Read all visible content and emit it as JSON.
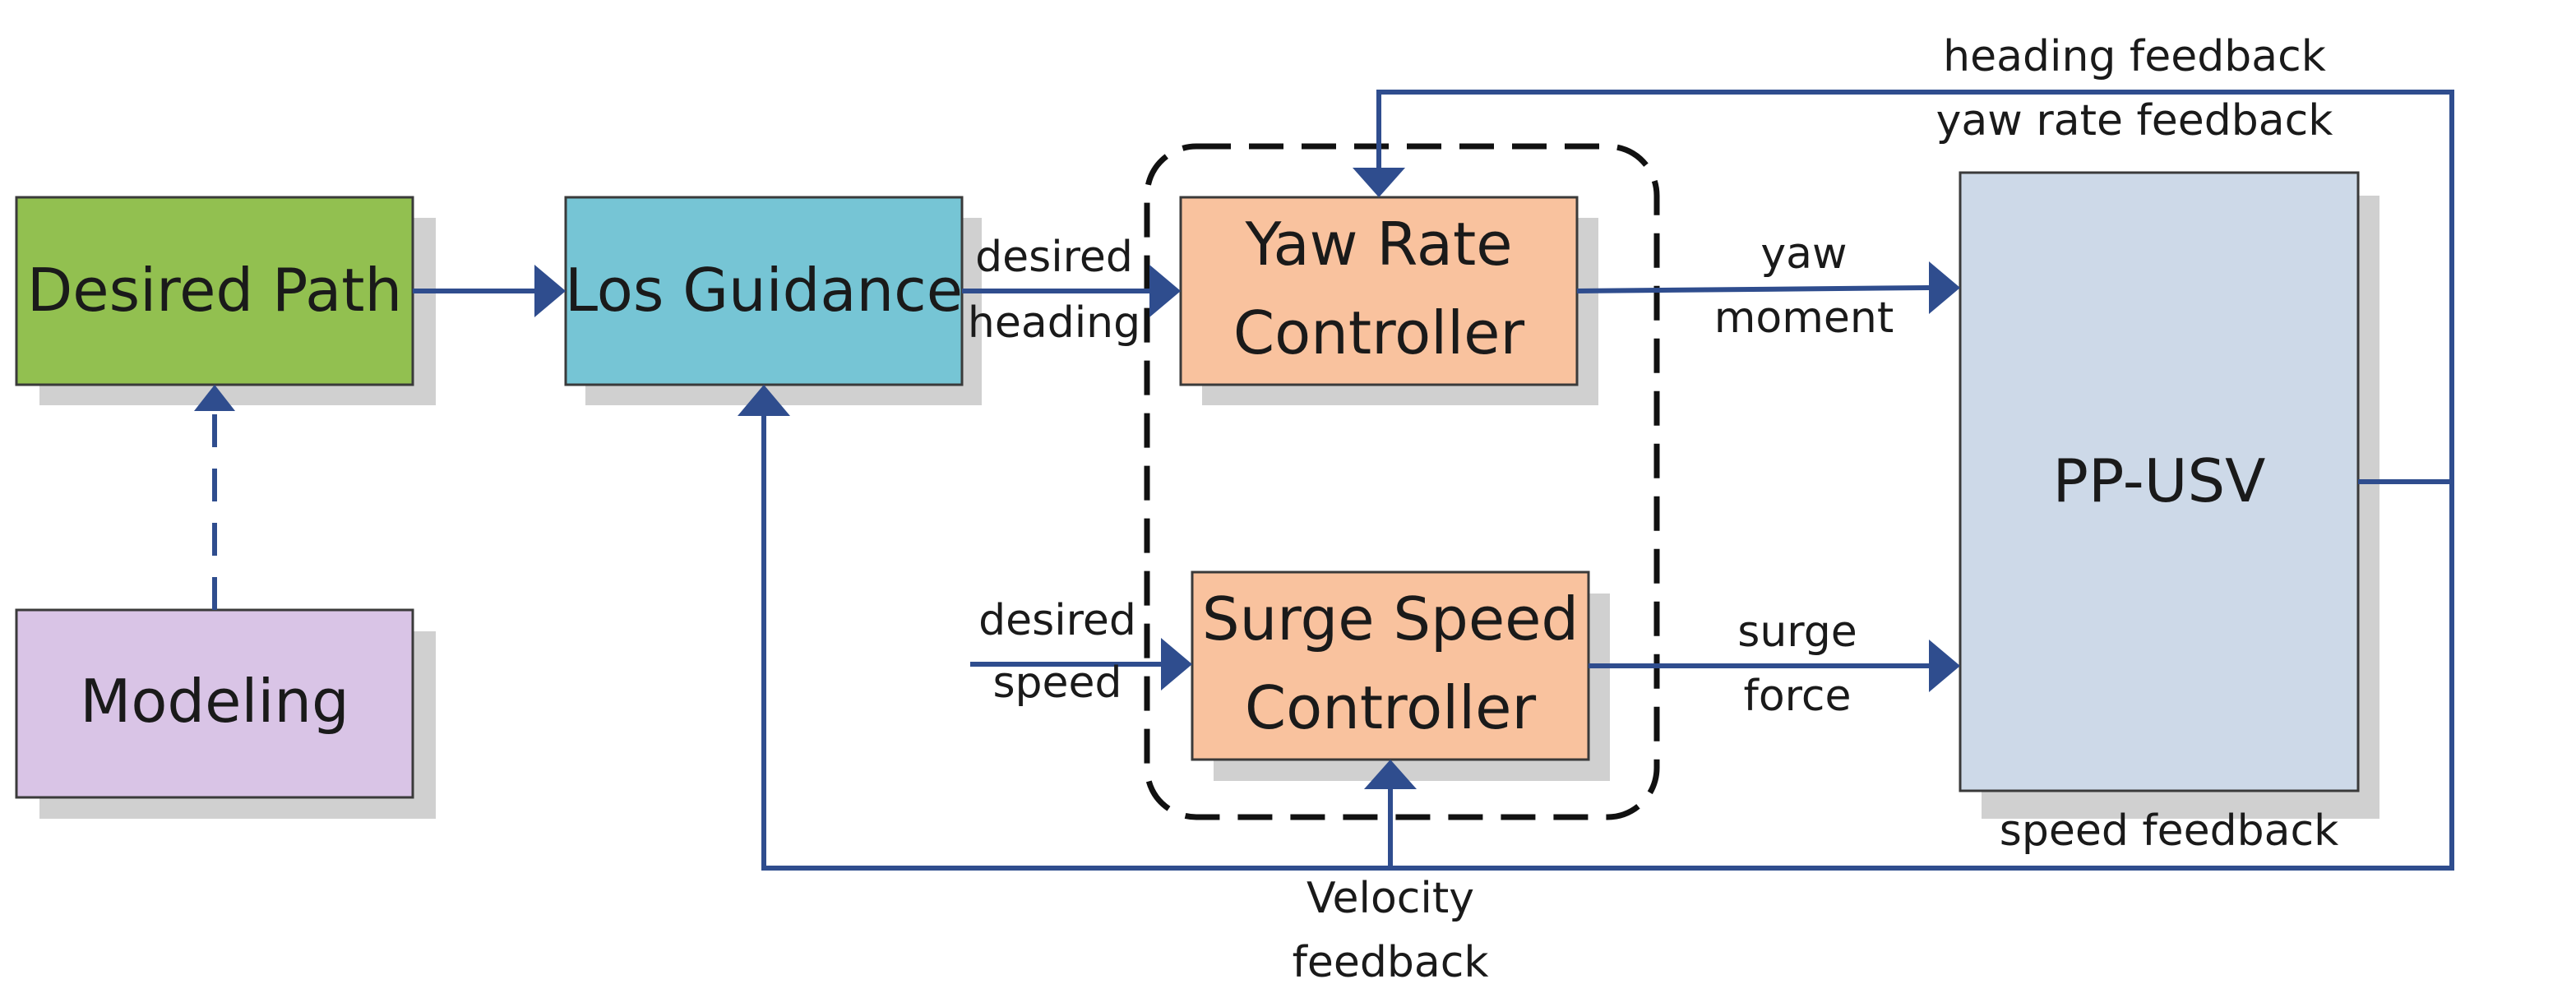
{
  "blocks": {
    "desired_path": {
      "label": "Desired Path",
      "color": "#92c050"
    },
    "modeling": {
      "label": "Modeling",
      "color": "#d9c4e6"
    },
    "los_guidance": {
      "label": "Los Guidance",
      "color": "#76c5d5"
    },
    "yaw_rate_controller": {
      "line1": "Yaw Rate",
      "line2": "Controller",
      "color": "#f9c29e"
    },
    "surge_speed_controller": {
      "line1": "Surge Speed",
      "line2": "Controller",
      "color": "#f9c29e"
    },
    "pp_usv": {
      "label": "PP-USV",
      "color": "#cdd9e8"
    }
  },
  "signals": {
    "desired_heading": [
      "desired",
      "heading"
    ],
    "desired_speed": [
      "desired",
      "speed"
    ],
    "yaw_moment": [
      "yaw",
      "moment"
    ],
    "surge_force": [
      "surge",
      "force"
    ],
    "heading_feedback": "heading feedback",
    "yaw_rate_feedback": "yaw rate feedback",
    "speed_feedback": "speed feedback",
    "velocity_feedback": [
      "Velocity",
      "feedback"
    ]
  },
  "colors": {
    "arrow": "#2f4d8e",
    "shadow": "#d0d0d0",
    "outline": "#3a3a3a"
  }
}
